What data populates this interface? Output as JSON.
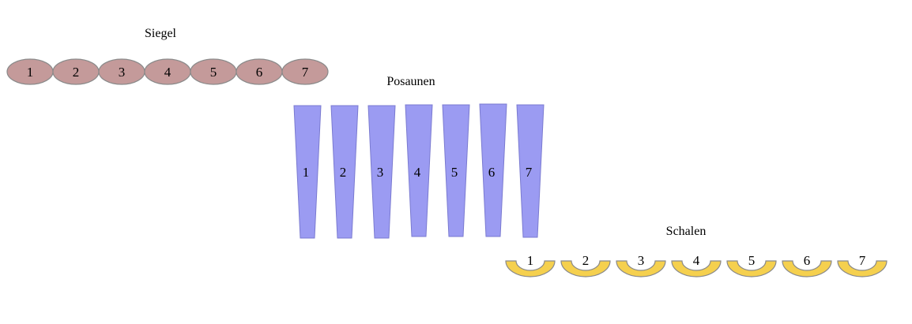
{
  "siegel": {
    "title": "Siegel",
    "items": [
      "1",
      "2",
      "3",
      "4",
      "5",
      "6",
      "7"
    ],
    "fill": "#c49a9a",
    "stroke": "#8a8a8a"
  },
  "posaunen": {
    "title": "Posaunen",
    "items": [
      "1",
      "2",
      "3",
      "4",
      "5",
      "6",
      "7"
    ],
    "fill": "#9b9bf2",
    "stroke": "#7a7ad0"
  },
  "schalen": {
    "title": "Schalen",
    "items": [
      "1",
      "2",
      "3",
      "4",
      "5",
      "6",
      "7"
    ],
    "fill": "#f5d04e",
    "stroke": "#8a8a8a"
  }
}
